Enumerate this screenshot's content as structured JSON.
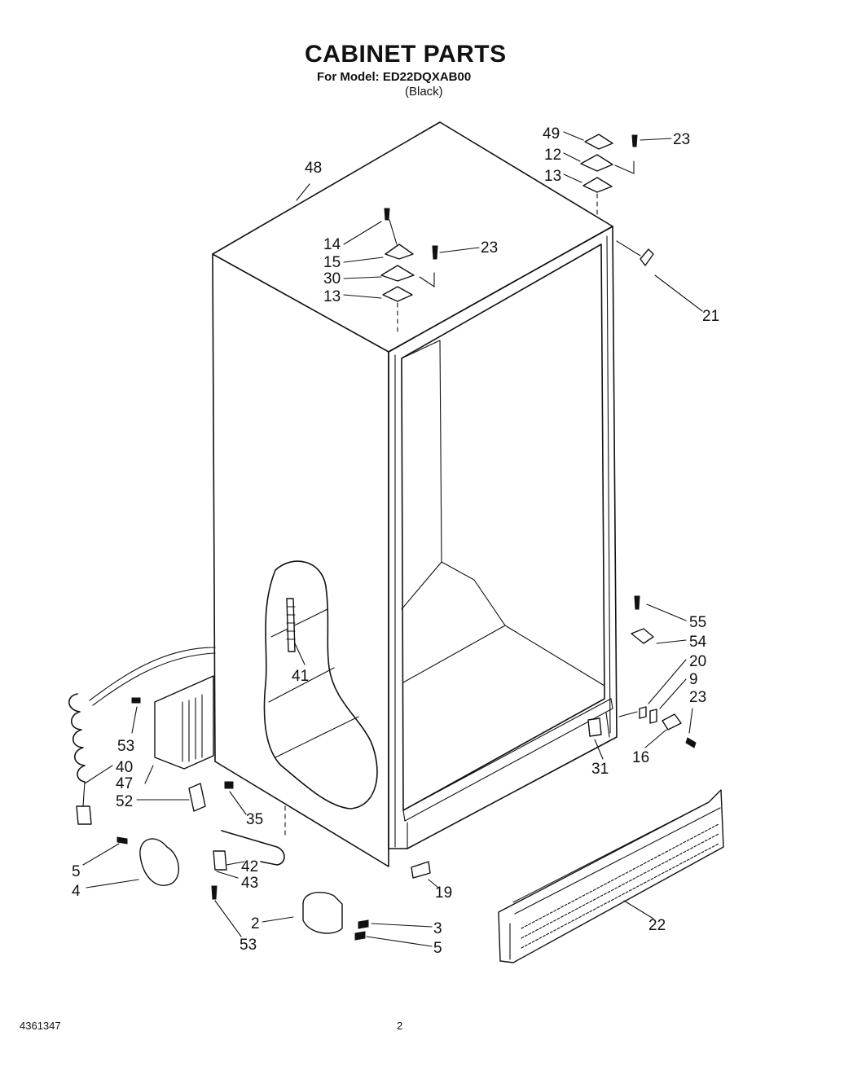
{
  "header": {
    "title": "CABINET PARTS",
    "model": "For Model: ED22DQXAB00",
    "color": "(Black)"
  },
  "footer": {
    "doc_number": "4361347",
    "page_number": "2"
  },
  "callouts": [
    {
      "id": "c48",
      "label": "48"
    },
    {
      "id": "c49",
      "label": "49"
    },
    {
      "id": "c12",
      "label": "12"
    },
    {
      "id": "c13a",
      "label": "13"
    },
    {
      "id": "c23a",
      "label": "23"
    },
    {
      "id": "c14",
      "label": "14"
    },
    {
      "id": "c15",
      "label": "15"
    },
    {
      "id": "c30",
      "label": "30"
    },
    {
      "id": "c13b",
      "label": "13"
    },
    {
      "id": "c23b",
      "label": "23"
    },
    {
      "id": "c21",
      "label": "21"
    },
    {
      "id": "c41",
      "label": "41"
    },
    {
      "id": "c55",
      "label": "55"
    },
    {
      "id": "c54",
      "label": "54"
    },
    {
      "id": "c20",
      "label": "20"
    },
    {
      "id": "c9",
      "label": "9"
    },
    {
      "id": "c23c",
      "label": "23"
    },
    {
      "id": "c16",
      "label": "16"
    },
    {
      "id": "c31",
      "label": "31"
    },
    {
      "id": "c53a",
      "label": "53"
    },
    {
      "id": "c40",
      "label": "40"
    },
    {
      "id": "c47",
      "label": "47"
    },
    {
      "id": "c52",
      "label": "52"
    },
    {
      "id": "c35",
      "label": "35"
    },
    {
      "id": "c5a",
      "label": "5"
    },
    {
      "id": "c4",
      "label": "4"
    },
    {
      "id": "c42",
      "label": "42"
    },
    {
      "id": "c43",
      "label": "43"
    },
    {
      "id": "c2",
      "label": "2"
    },
    {
      "id": "c53b",
      "label": "53"
    },
    {
      "id": "c3",
      "label": "3"
    },
    {
      "id": "c5b",
      "label": "5"
    },
    {
      "id": "c19",
      "label": "19"
    },
    {
      "id": "c22",
      "label": "22"
    }
  ]
}
